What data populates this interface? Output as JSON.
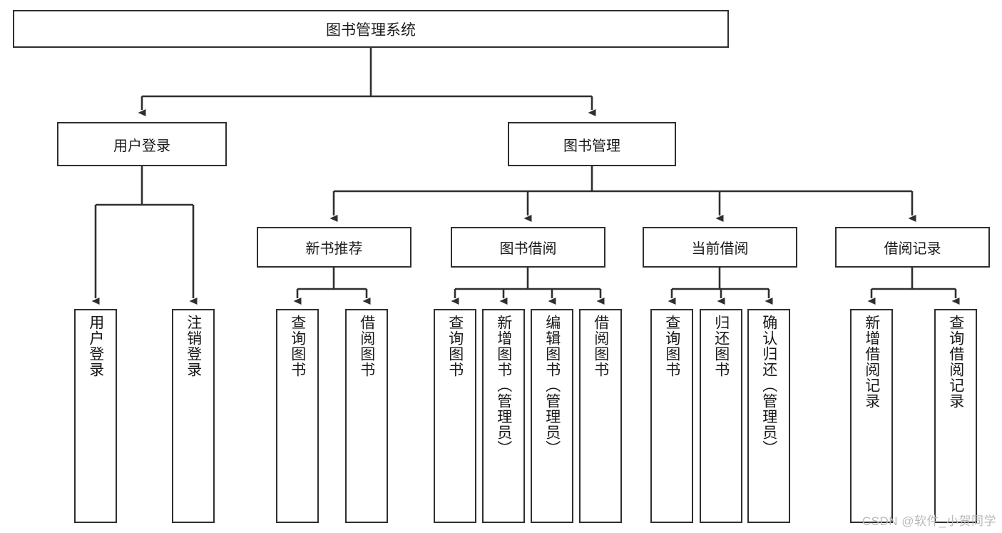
{
  "diagram": {
    "title": "图书管理系统",
    "type": "tree-hierarchy-chart",
    "root": {
      "id": "root",
      "label": "图书管理系统"
    },
    "level2": [
      {
        "id": "user-login",
        "label": "用户登录"
      },
      {
        "id": "book-manage",
        "label": "图书管理"
      }
    ],
    "level3": [
      {
        "id": "new-book-rec",
        "label": "新书推荐",
        "parent": "book-manage"
      },
      {
        "id": "book-borrow",
        "label": "图书借阅",
        "parent": "book-manage"
      },
      {
        "id": "current-borrow",
        "label": "当前借阅",
        "parent": "book-manage"
      },
      {
        "id": "borrow-record",
        "label": "借阅记录",
        "parent": "book-manage"
      }
    ],
    "leaves": [
      {
        "id": "leaf-user-login",
        "label": "用户登录",
        "parent": "user-login"
      },
      {
        "id": "leaf-user-logout",
        "label": "注销登录",
        "parent": "user-login"
      },
      {
        "id": "leaf-query-book-1",
        "label": "查询图书",
        "parent": "new-book-rec"
      },
      {
        "id": "leaf-borrow-book-1",
        "label": "借阅图书",
        "parent": "new-book-rec"
      },
      {
        "id": "leaf-query-book-2",
        "label": "查询图书",
        "parent": "book-borrow"
      },
      {
        "id": "leaf-add-book",
        "label": "新增图书（管理员）",
        "parent": "book-borrow"
      },
      {
        "id": "leaf-edit-book",
        "label": "编辑图书（管理员）",
        "parent": "book-borrow"
      },
      {
        "id": "leaf-borrow-book-2",
        "label": "借阅图书",
        "parent": "book-borrow"
      },
      {
        "id": "leaf-query-book-3",
        "label": "查询图书",
        "parent": "current-borrow"
      },
      {
        "id": "leaf-return-book",
        "label": "归还图书",
        "parent": "current-borrow"
      },
      {
        "id": "leaf-confirm-return",
        "label": "确认归还（管理员）",
        "parent": "current-borrow"
      },
      {
        "id": "leaf-add-record",
        "label": "新增借阅记录",
        "parent": "borrow-record"
      },
      {
        "id": "leaf-query-record",
        "label": "查询借阅记录",
        "parent": "borrow-record"
      }
    ]
  },
  "watermark": {
    "text": "CSDN @软件_小贺同学"
  },
  "colors": {
    "stroke": "#2f2f2f",
    "background": "#ffffff",
    "text": "#1a1a1a",
    "watermark": "#b9b9b9"
  }
}
